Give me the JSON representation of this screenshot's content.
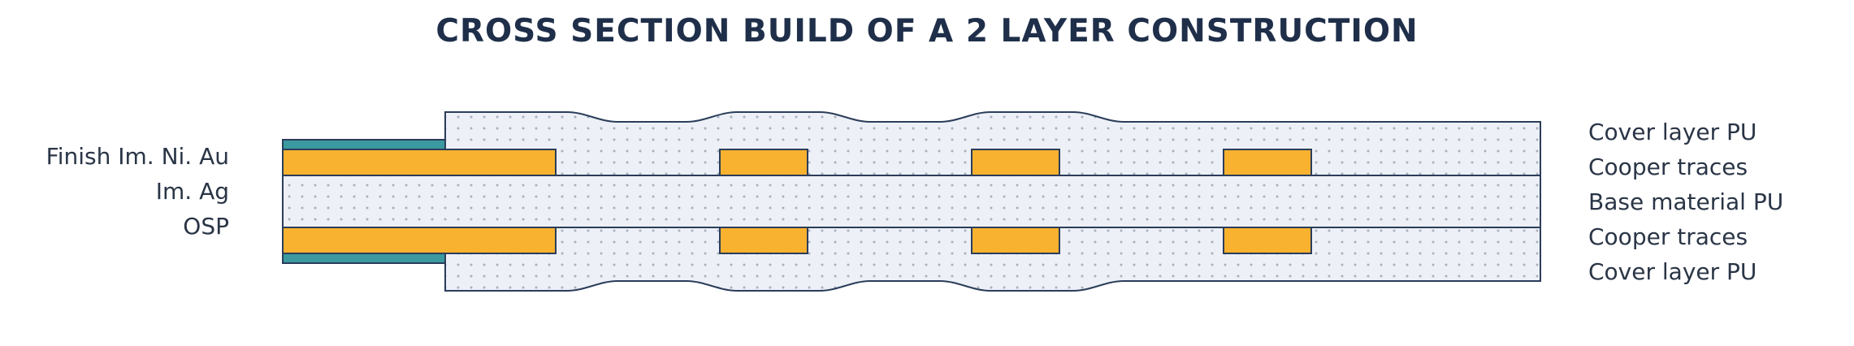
{
  "title": "CROSS SECTION BUILD OF A 2 LAYER CONSTRUCTION",
  "left_labels": {
    "finish": "Finish Im. Ni. Au",
    "im_ag": "Im. Ag",
    "osp": "OSP"
  },
  "right_labels": {
    "cover_top": "Cover layer PU",
    "traces_top": "Cooper traces",
    "base": "Base material PU",
    "traces_bottom": "Cooper traces",
    "cover_bottom": "Cover layer PU"
  },
  "colors": {
    "copper": "#f9b22f",
    "finish": "#3a9aa0",
    "material_fill": "#edf0f6",
    "outline": "#2b3d5a",
    "dots": "#a8b0bf",
    "title": "#1f2f4a"
  }
}
